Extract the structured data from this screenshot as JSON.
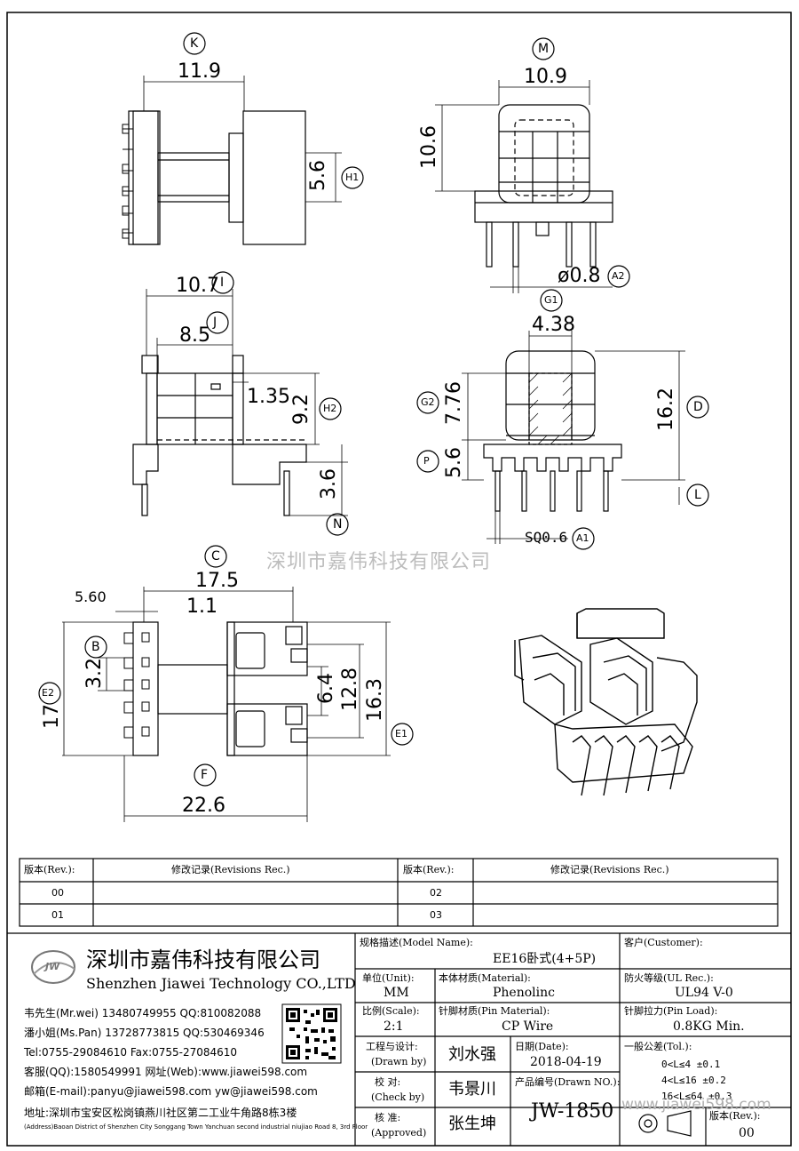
{
  "views": {
    "top_left": {
      "dim_width": "11.9",
      "dim_height": "5.6",
      "label_top": "K",
      "label_side": "H1"
    },
    "top_right": {
      "dim_width": "10.9",
      "dim_height": "10.6",
      "dim_pin": "ø0.8",
      "label_top": "M",
      "label_pin": "A2"
    },
    "mid_left": {
      "dim_outer": "10.7",
      "dim_inner": "8.5",
      "dim_wall": "1.35",
      "dim_height": "9.2",
      "dim_pin": "3.6",
      "label_outer": "I",
      "label_inner": "J",
      "label_height": "H2",
      "label_pin": "N"
    },
    "mid_right": {
      "dim_center": "4.38",
      "dim_upper": "7.76",
      "dim_total": "16.2",
      "dim_lower": "5.6",
      "dim_pin": "SQ0.6",
      "label_center": "G1",
      "label_upper": "G2",
      "label_total": "D",
      "label_lower": "P",
      "label_pin": "A1",
      "label_end": "L"
    },
    "bottom_left": {
      "dim_width": "17.5",
      "dim_offset": "5.60",
      "dim_pitch_small": "1.1",
      "dim_pitch": "3.2",
      "dim_height": "17",
      "dim_inner": "6.4",
      "dim_mid": "12.8",
      "dim_outer": "16.3",
      "dim_total": "22.6",
      "label_width": "C",
      "label_pitch": "B",
      "label_height": "E2",
      "label_outer": "E1",
      "label_total": "F"
    }
  },
  "watermark": "深圳市嘉伟科技有限公司",
  "revisions": {
    "col_rev": "版本(Rev.):",
    "col_rec": "修改记录(Revisions Rec.)",
    "rows_left": [
      "00",
      "01"
    ],
    "rows_right": [
      "02",
      "03"
    ]
  },
  "company": {
    "logo_text": "JW",
    "name_cn": "深圳市嘉伟科技有限公司",
    "name_en": "Shenzhen Jiawei Technology CO.,LTD",
    "contacts": [
      "韦先生(Mr.wei) 13480749955 QQ:810082088",
      "潘小姐(Ms.Pan) 13728773815 QQ:530469346",
      "Tel:0755-29084610      Fax:0755-27084610",
      "客服(QQ):1580549991    网址(Web):www.jiawei598.com",
      "邮箱(E-mail):panyu@jiawei598.com   yw@jiawei598.com"
    ],
    "address_cn": "地址:深圳市宝安区松岗镇燕川社区第二工业牛角路8栋3楼",
    "address_en": "(Address)Baoan District of Shenzhen City Songgang Town Yanchuan  second industrial niujiao Road 8, 3rd Floor"
  },
  "title_block": {
    "model_label": "规格描述(Model Name):",
    "model_value": "EE16卧式(4+5P)",
    "customer_label": "客户(Customer):",
    "unit_label": "单位(Unit):",
    "unit_value": "MM",
    "material_label": "本体材质(Material):",
    "material_value": "Phenolinc",
    "ul_label": "防火等级(UL Rec.):",
    "ul_value": "UL94 V-0",
    "scale_label": "比例(Scale):",
    "scale_value": "2:1",
    "pin_material_label": "针脚材质(Pin Material):",
    "pin_material_value": "CP Wire",
    "pin_load_label": "针脚拉力(Pin Load):",
    "pin_load_value": "0.8KG Min.",
    "design_label": "工程与设计:",
    "design_sub": "(Drawn by)",
    "design_value": "刘水强",
    "date_label": "日期(Date):",
    "date_value": "2018-04-19",
    "check_label": "校  对:",
    "check_sub": "(Check by)",
    "check_value": "韦景川",
    "drawn_no_label": "产品编号(Drawn NO.):",
    "drawn_no_value": "JW-1850",
    "approve_label": "核  准:",
    "approve_sub": "(Approved)",
    "approve_value": "张生坤",
    "tol_label": "一般公差(Tol.):",
    "tol_rows": [
      "0<L≤4     ±0.1",
      "4<L≤16    ±0.2",
      "16<L≤64   ±0.3"
    ],
    "rev_label": "版本(Rev.):",
    "rev_value": "00"
  },
  "watermark_url": "www.jiawei598.com"
}
